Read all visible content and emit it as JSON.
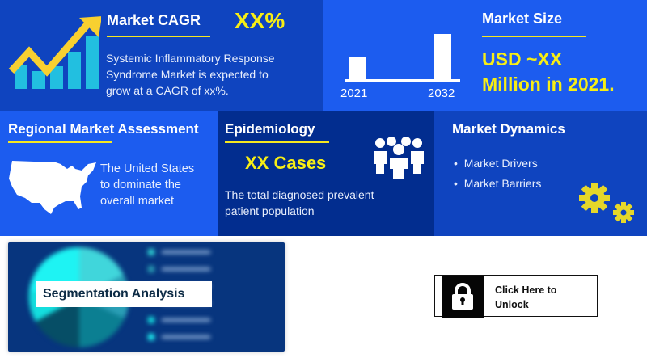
{
  "market_cagr": {
    "title": "Market CAGR",
    "value": "XX%",
    "description_lines": [
      "Systemic Inflammatory Response",
      "Syndrome Market is expected to",
      "grow at a CAGR of xx%."
    ],
    "icon": "growth-chart-icon"
  },
  "market_size": {
    "title": "Market Size",
    "value_lines": [
      "USD ~XX",
      "Million in 2021."
    ],
    "chart": {
      "categories": [
        "2021",
        "2032"
      ]
    }
  },
  "regional": {
    "title": "Regional Market Assessment",
    "description_lines": [
      "The United States",
      "to dominate the",
      "overall market"
    ],
    "icon": "usa-map-icon"
  },
  "epidemiology": {
    "title": "Epidemiology",
    "value": "XX Cases",
    "description_lines": [
      "The total diagnosed prevalent",
      "patient population"
    ],
    "icon": "people-group-icon"
  },
  "dynamics": {
    "title": "Market Dynamics",
    "items": [
      "Market Drivers",
      "Market Barriers"
    ],
    "icon": "gears-icon"
  },
  "segmentation": {
    "title": "Segmentation Analysis"
  },
  "unlock": {
    "label_lines": [
      "Click Here to",
      "Unlock"
    ],
    "icon": "lock-icon"
  },
  "colors": {
    "accent_yellow": "#f7ee15",
    "panel_blue": "#1c5cef",
    "panel_dark_blue": "#0f44bf",
    "panel_navy": "#022d8f"
  }
}
